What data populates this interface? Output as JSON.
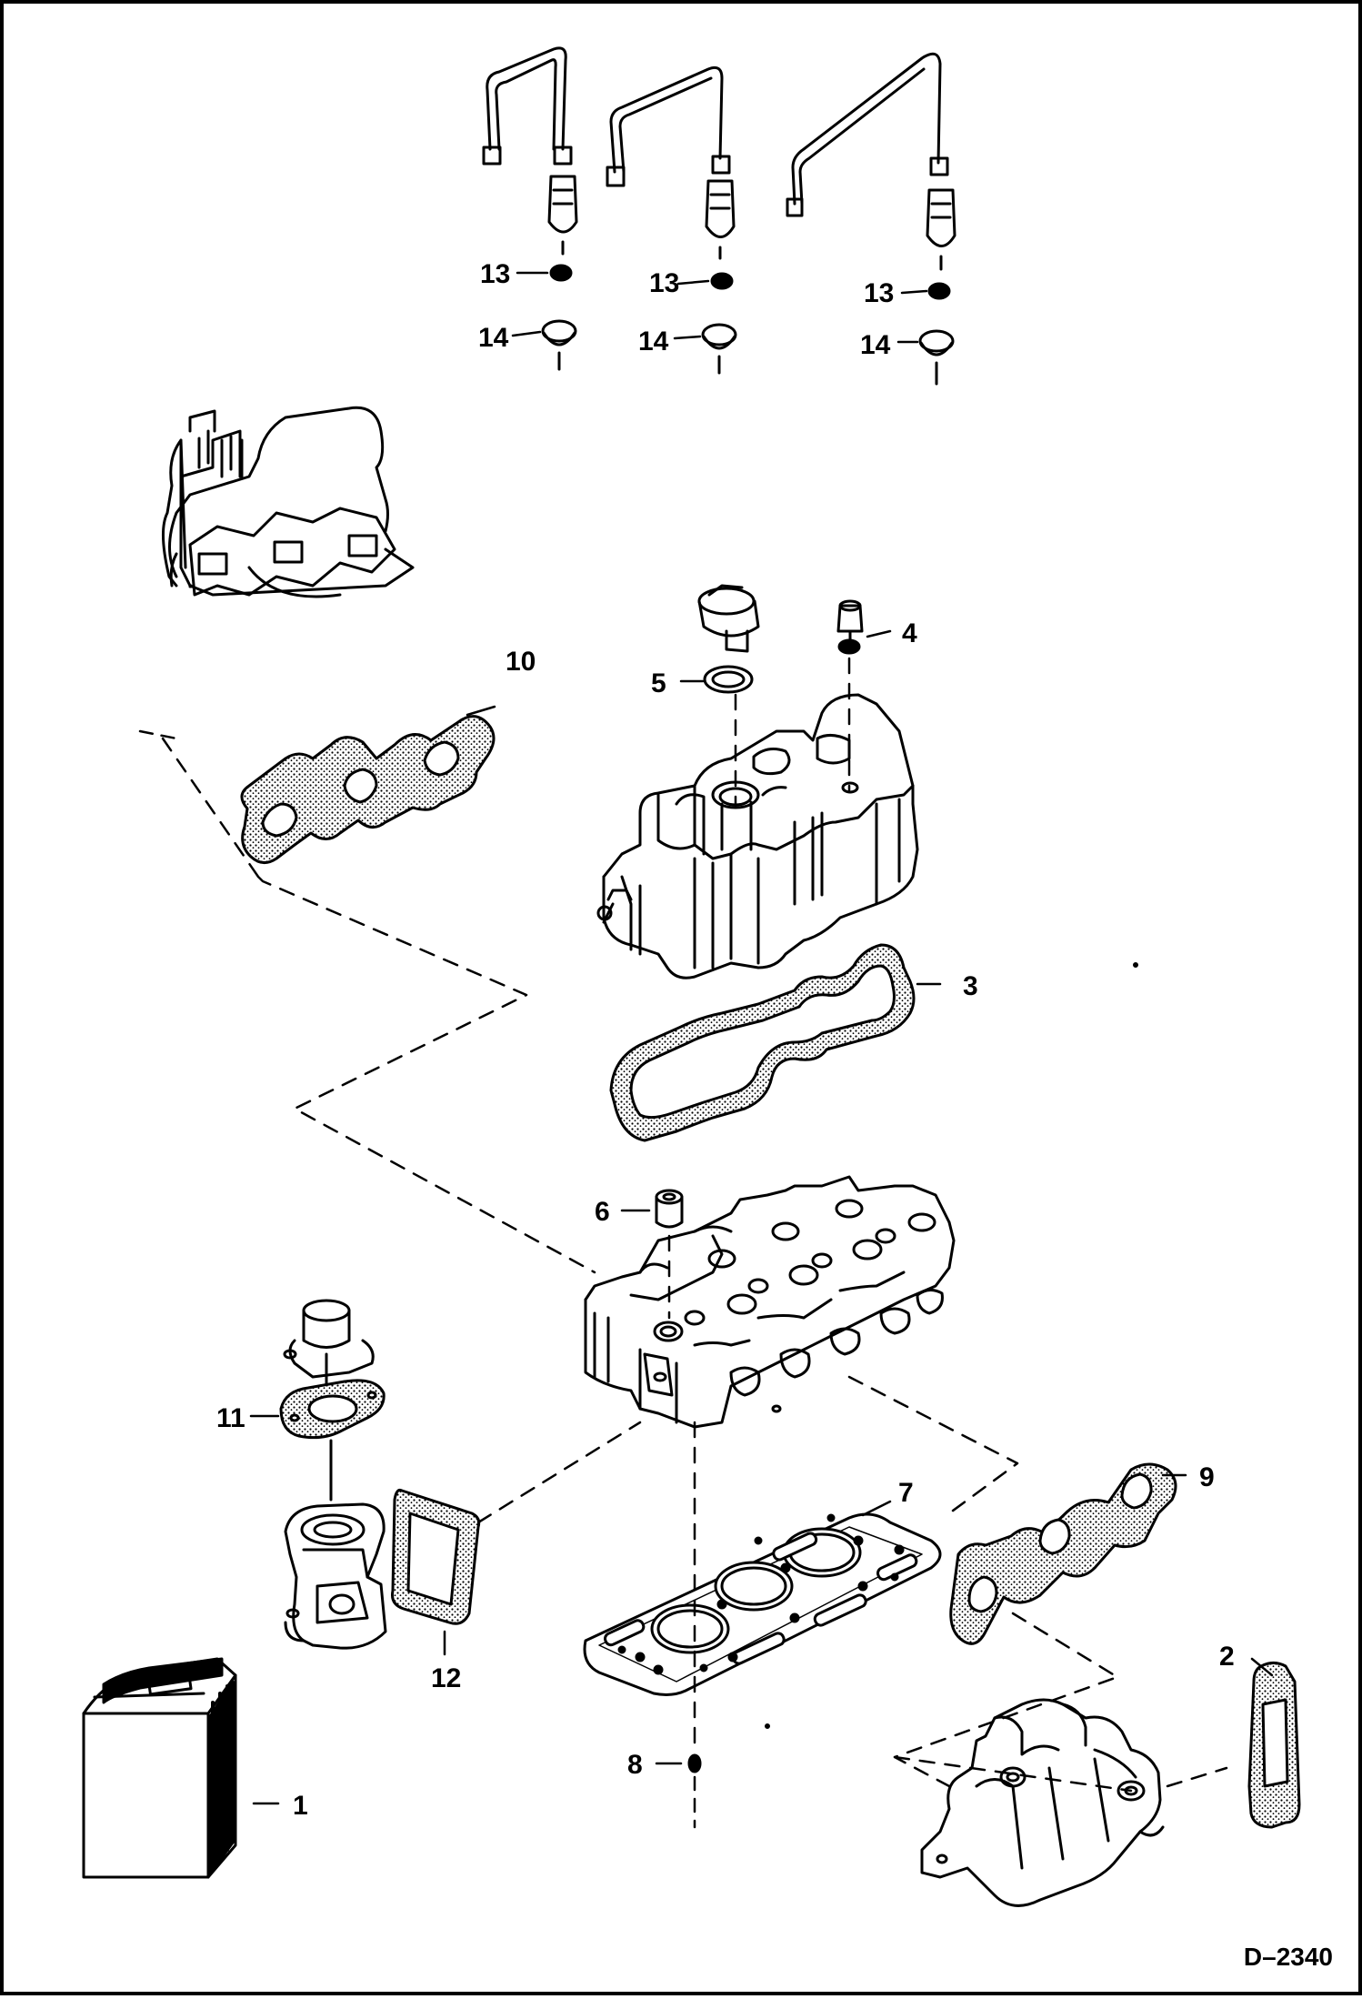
{
  "figure": {
    "code": "D–2340"
  },
  "callouts": [
    {
      "id": "c13a",
      "text": "13"
    },
    {
      "id": "c13b",
      "text": "13"
    },
    {
      "id": "c13c",
      "text": "13"
    },
    {
      "id": "c14a",
      "text": "14"
    },
    {
      "id": "c14b",
      "text": "14"
    },
    {
      "id": "c14c",
      "text": "14"
    },
    {
      "id": "c10",
      "text": "10"
    },
    {
      "id": "c5",
      "text": "5"
    },
    {
      "id": "c4",
      "text": "4"
    },
    {
      "id": "c3",
      "text": "3"
    },
    {
      "id": "c6",
      "text": "6"
    },
    {
      "id": "c11",
      "text": "11"
    },
    {
      "id": "c12",
      "text": "12"
    },
    {
      "id": "c7",
      "text": "7"
    },
    {
      "id": "c9",
      "text": "9"
    },
    {
      "id": "c2",
      "text": "2"
    },
    {
      "id": "c8",
      "text": "8"
    },
    {
      "id": "c1",
      "text": "1"
    }
  ],
  "colors": {
    "ink": "#000000",
    "paper": "#ffffff",
    "gasket_fill": "#bdbdbd"
  }
}
